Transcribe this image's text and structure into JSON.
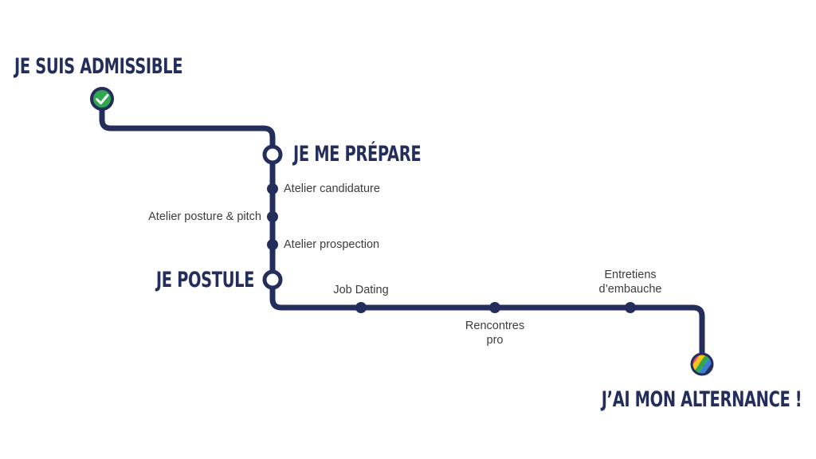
{
  "colors": {
    "line": "#232e5c",
    "check": "#2fa84f",
    "label": "#232e5c",
    "text": "#3c3c3c",
    "stripes": [
      "#e84a5f",
      "#f5c518",
      "#2fa84f",
      "#3b7dd8",
      "#232e5c"
    ]
  },
  "milestones": {
    "start": "JE SUIS ADMISSIBLE",
    "prepare": "JE ME PRÉPARE",
    "apply": "JE POSTULE",
    "end": "J’AI MON ALTERNANCE !"
  },
  "steps": {
    "atelier_candidature": "Atelier candidature",
    "atelier_posture": "Atelier posture & pitch",
    "atelier_prospection": "Atelier prospection",
    "job_dating": "Job Dating",
    "rencontres_line1": "Rencontres",
    "rencontres_line2": "pro",
    "entretiens_line1": "Entretiens",
    "entretiens_line2": "d’embauche"
  },
  "icons": {
    "start": "check-circle-icon",
    "end": "striped-badge-icon"
  }
}
